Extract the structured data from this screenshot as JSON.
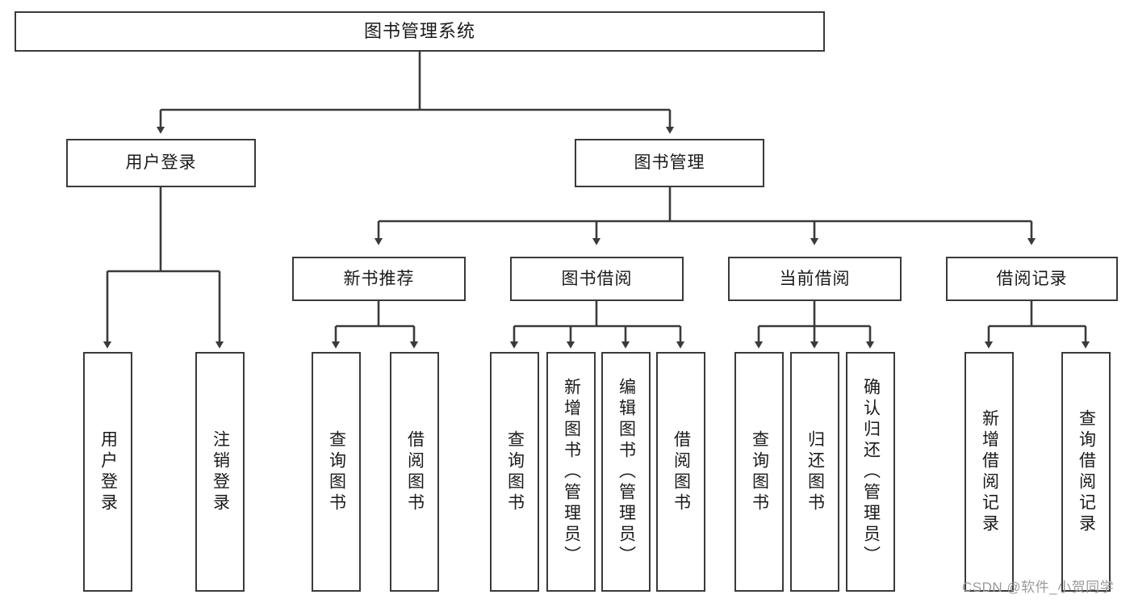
{
  "diagram": {
    "title_node": {
      "label": "图书管理系统"
    },
    "level2": [
      {
        "id": "user-login",
        "label": "用户登录"
      },
      {
        "id": "book-management",
        "label": "图书管理"
      }
    ],
    "level3": [
      {
        "id": "new-book-recommend",
        "label": "新书推荐"
      },
      {
        "id": "book-borrow",
        "label": "图书借阅"
      },
      {
        "id": "current-borrow",
        "label": "当前借阅"
      },
      {
        "id": "borrow-record",
        "label": "借阅记录"
      }
    ],
    "leaves": [
      {
        "id": "leaf-user-login",
        "label": "用户登录",
        "parent": "user-login"
      },
      {
        "id": "leaf-logout-login",
        "label": "注销登录",
        "parent": "user-login"
      },
      {
        "id": "leaf-query-book-1",
        "label": "查询图书",
        "parent": "new-book-recommend"
      },
      {
        "id": "leaf-borrow-book-1",
        "label": "借阅图书",
        "parent": "new-book-recommend"
      },
      {
        "id": "leaf-query-book-2",
        "label": "查询图书",
        "parent": "book-borrow"
      },
      {
        "id": "leaf-add-book",
        "label": "新增图书（管理员）",
        "parent": "book-borrow"
      },
      {
        "id": "leaf-edit-book",
        "label": "编辑图书（管理员）",
        "parent": "book-borrow"
      },
      {
        "id": "leaf-borrow-book-2",
        "label": "借阅图书",
        "parent": "book-borrow"
      },
      {
        "id": "leaf-query-book-3",
        "label": "查询图书",
        "parent": "current-borrow"
      },
      {
        "id": "leaf-return-book",
        "label": "归还图书",
        "parent": "current-borrow"
      },
      {
        "id": "leaf-confirm-return",
        "label": "确认归还（管理员）",
        "parent": "current-borrow"
      },
      {
        "id": "leaf-add-record",
        "label": "新增借阅记录",
        "parent": "borrow-record"
      },
      {
        "id": "leaf-query-record",
        "label": "查询借阅记录",
        "parent": "borrow-record"
      }
    ],
    "watermark": "CSDN @软件_小贺同学",
    "colors": {
      "stroke": "#3a3a3a",
      "background": "#ffffff",
      "text": "#1a1a1a",
      "watermark": "#9a9a9a"
    }
  }
}
